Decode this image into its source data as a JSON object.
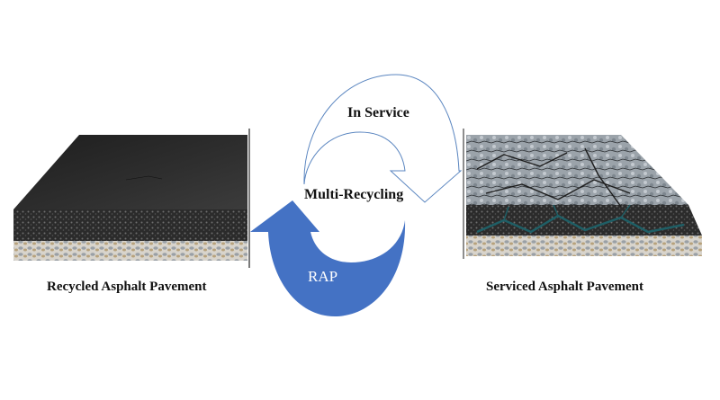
{
  "labels": {
    "left_pavement": "Recycled Asphalt Pavement",
    "right_pavement": "Serviced Asphalt Pavement",
    "in_service": "In Service",
    "multi_recycling": "Multi-Recycling",
    "rap": "RAP"
  },
  "colors": {
    "rap_arrow": "#4472c4",
    "service_arrow_outline": "#5b86c0",
    "fresh_asphalt": "#2a2a2a",
    "aged_asphalt": "#8a939b",
    "water": "#1f5f66"
  }
}
